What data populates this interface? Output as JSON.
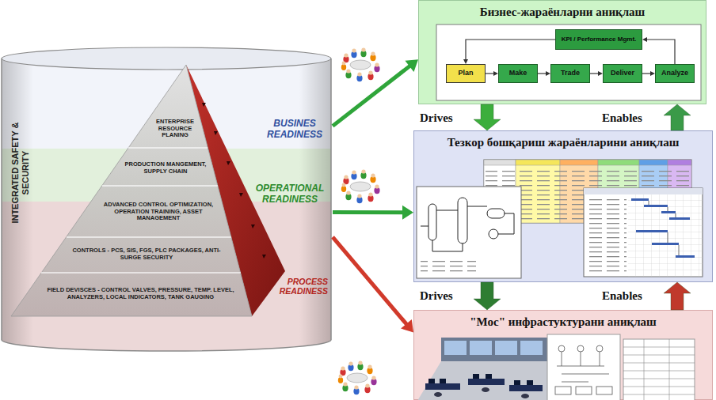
{
  "diagram": {
    "nodes": [
      {
        "text": [
          "INTEGRATED SAFETY & SECURITY"
        ]
      },
      {
        "text": [
          "ENTERPRISE RESOURCE PLANING"
        ],
        "in": 0
      },
      {
        "text": [
          "PRODUCTION MANGEMENT, SUPPLY CHAIN"
        ],
        "in": 0
      },
      {
        "text": [
          "ADVANCED CONTROL OPTIMIZATION, OPERATION TRAINING, ASSET MANAGEMENT"
        ],
        "in": 0
      },
      {
        "text": [
          "CONTROLS - PCS, SIS, FGS, PLC PACKAGES, ANTI-SURGE SECURITY"
        ],
        "in": 0
      },
      {
        "text": [
          "FIELD DEVISCES - CONTROL VALVES, PRESSURE, TEMP. LEVEL, ANALYZERS, LOCAL INDICATORS, TANK GAUGING"
        ],
        "in": 0
      },
      {
        "text": [
          "Бизнес-жараёнларни аниқлаш"
        ]
      },
      {
        "text": [
          "KPI / Performance Mgmt."
        ],
        "in": 6
      },
      {
        "text": [
          "Plan"
        ],
        "in": 6
      },
      {
        "text": [
          "Make"
        ],
        "in": 6
      },
      {
        "text": [
          "Trade"
        ],
        "in": 6
      },
      {
        "text": [
          "Deliver"
        ],
        "in": 6
      },
      {
        "text": [
          "Analyze"
        ],
        "in": 6
      },
      {
        "text": [
          "Тезкор бошқариш жараёнларини аниқлаш"
        ]
      },
      {
        "text": [
          "\"Мос\" инфрастуктурани аниқлаш"
        ]
      }
    ],
    "edges": [
      {
        "from": 0,
        "to": 6,
        "arrow": "to"
      },
      {
        "from": 0,
        "to": 13,
        "arrow": "to"
      },
      {
        "from": 0,
        "to": 14,
        "arrow": "to"
      },
      {
        "from": 8,
        "to": 9,
        "arrow": "to"
      },
      {
        "from": 9,
        "to": 10,
        "arrow": "to"
      },
      {
        "from": 10,
        "to": 11,
        "arrow": "to"
      },
      {
        "from": 11,
        "to": 12,
        "arrow": "to"
      },
      {
        "from": 7,
        "to": 8,
        "arrow": "to"
      },
      {
        "from": 12,
        "to": 7,
        "arrow": "to"
      },
      {
        "from": 6,
        "to": 13,
        "label": "Drives",
        "arrow": "to"
      },
      {
        "from": 13,
        "to": 6,
        "label": "Enables",
        "arrow": "to"
      },
      {
        "from": 13,
        "to": 14,
        "label": "Drives",
        "arrow": "to"
      },
      {
        "from": 14,
        "to": 13,
        "label": "Enables",
        "arrow": "to"
      }
    ],
    "labels": [
      "BUSINES READINESS",
      "OPERATIONAL READINESS",
      "PROCESS READINESS"
    ]
  }
}
